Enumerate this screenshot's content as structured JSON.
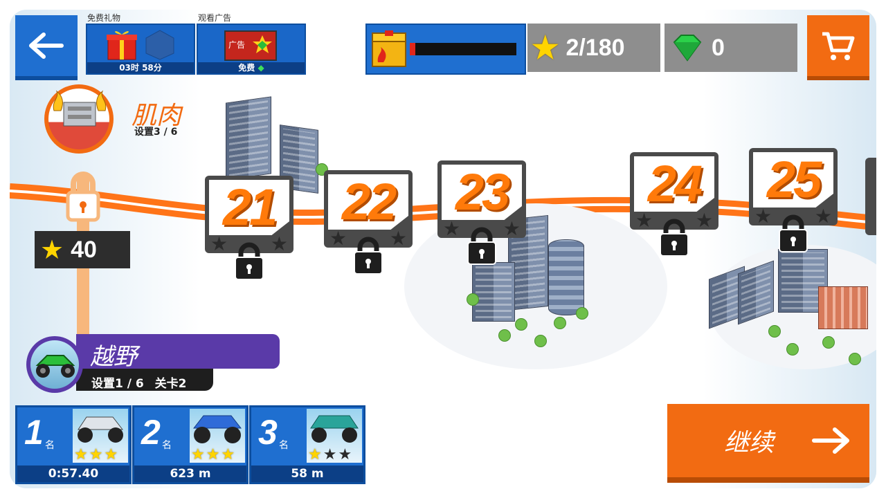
{
  "top": {
    "free_gift_label": "免费礼物",
    "free_gift_timer": "03时 58分",
    "watch_ad_label": "观看广告",
    "watch_ad_screen": "广告",
    "watch_ad_foot": "免费",
    "stars_value": "2/180",
    "gems_value": "0"
  },
  "muscle": {
    "title": "肌肉",
    "setting": "设置3 / 6",
    "star_requirement": "40"
  },
  "levels": [
    {
      "num": "21"
    },
    {
      "num": "22"
    },
    {
      "num": "23"
    },
    {
      "num": "24"
    },
    {
      "num": "25"
    }
  ],
  "offroad": {
    "title": "越野",
    "setting": "设置1 / 6",
    "stage": "关卡2"
  },
  "results": [
    {
      "rank": "1",
      "suffix": "名",
      "value": "0:57.40",
      "stars": 3
    },
    {
      "rank": "2",
      "suffix": "名",
      "value": "623 m",
      "stars": 3
    },
    {
      "rank": "3",
      "suffix": "名",
      "value": "58 m",
      "stars": 1
    }
  ],
  "continue": {
    "label": "继续"
  },
  "colors": {
    "accent_orange": "#f26b12",
    "primary_blue": "#1f6fd0",
    "purple": "#5a3aa8"
  }
}
